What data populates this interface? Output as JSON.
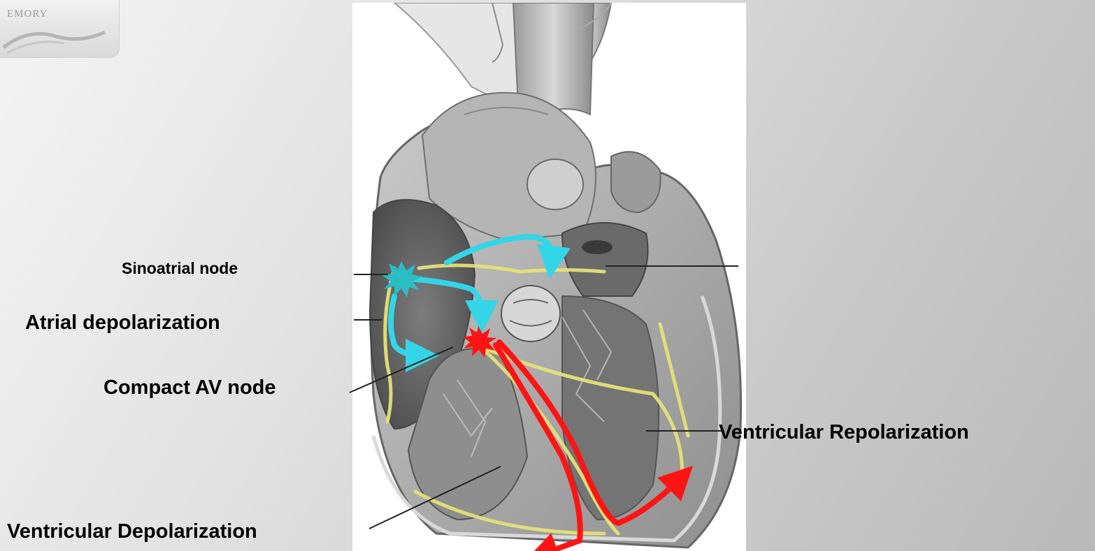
{
  "logo": {
    "text": "EMORY"
  },
  "labels": {
    "sinoatrial_node": "Sinoatrial node",
    "atrial_depolarization": "Atrial depolarization",
    "compact_av_node": "Compact AV node",
    "ventricular_repolarization": "Ventricular Repolarization",
    "ventricular_depolarization": "Ventricular Depolarization"
  },
  "colors": {
    "atrial_pathway": "#33d6e6",
    "ventricular_pathway": "#ff1414",
    "conduction_tissue": "#e4e27a",
    "label_text": "#000000"
  }
}
